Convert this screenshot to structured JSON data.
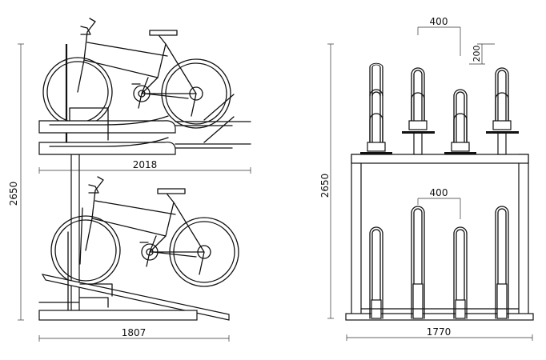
{
  "side_view": {
    "height_dim": "2650",
    "upper_depth_dim": "2018",
    "base_depth_dim": "1807"
  },
  "front_view": {
    "height_dim": "2650",
    "width_dim": "1770",
    "upper_spacing_dim": "400",
    "offset_dim": "200",
    "lower_spacing_dim": "400"
  },
  "colors": {
    "line": "#111111",
    "background": "#ffffff"
  }
}
